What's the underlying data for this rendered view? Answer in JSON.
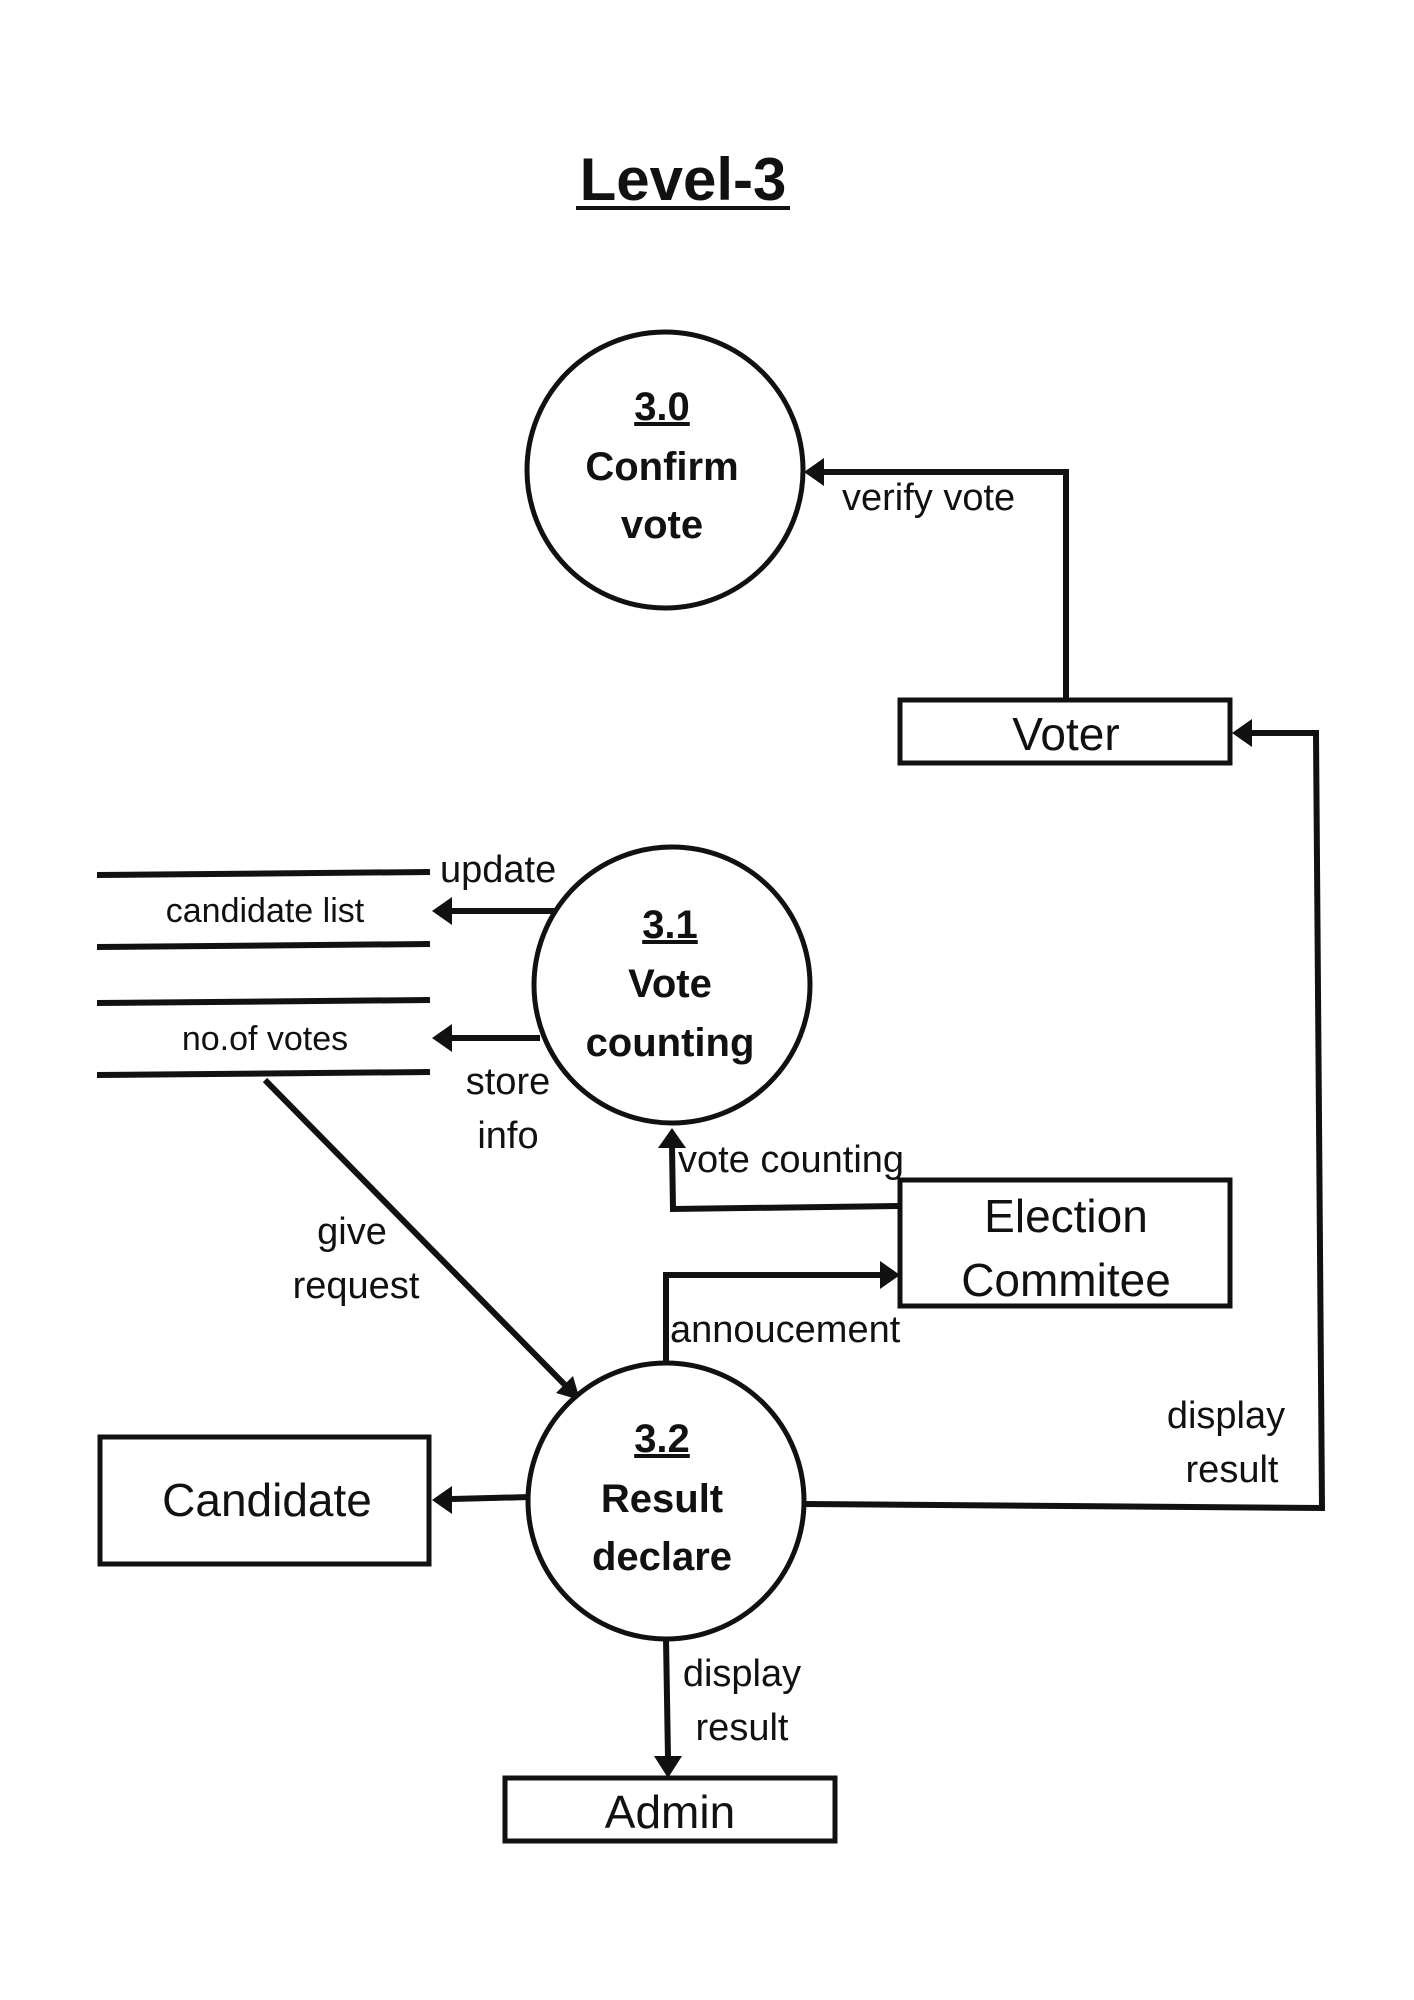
{
  "title": "Level-3",
  "processes": {
    "p30": {
      "number": "3.0",
      "name_line1": "Confirm",
      "name_line2": "vote"
    },
    "p31": {
      "number": "3.1",
      "name_line1": "Vote",
      "name_line2": "counting"
    },
    "p32": {
      "number": "3.2",
      "name_line1": "Result",
      "name_line2": "declare"
    }
  },
  "entities": {
    "voter": "Voter",
    "election_line1": "Election",
    "election_line2": "Commitee",
    "candidate": "Candidate",
    "admin": "Admin"
  },
  "stores": {
    "candidate_list": "candidate list",
    "no_of_votes": "no.of votes"
  },
  "flows": {
    "verify_vote": "verify vote",
    "update": "update",
    "store_info_1": "store",
    "store_info_2": "info",
    "vote_counting": "vote counting",
    "give_request_1": "give",
    "give_request_2": "request",
    "annoucement": "annoucement",
    "display_result_right_1": "display",
    "display_result_right_2": "result",
    "display_result_bottom_1": "display",
    "display_result_bottom_2": "result"
  }
}
